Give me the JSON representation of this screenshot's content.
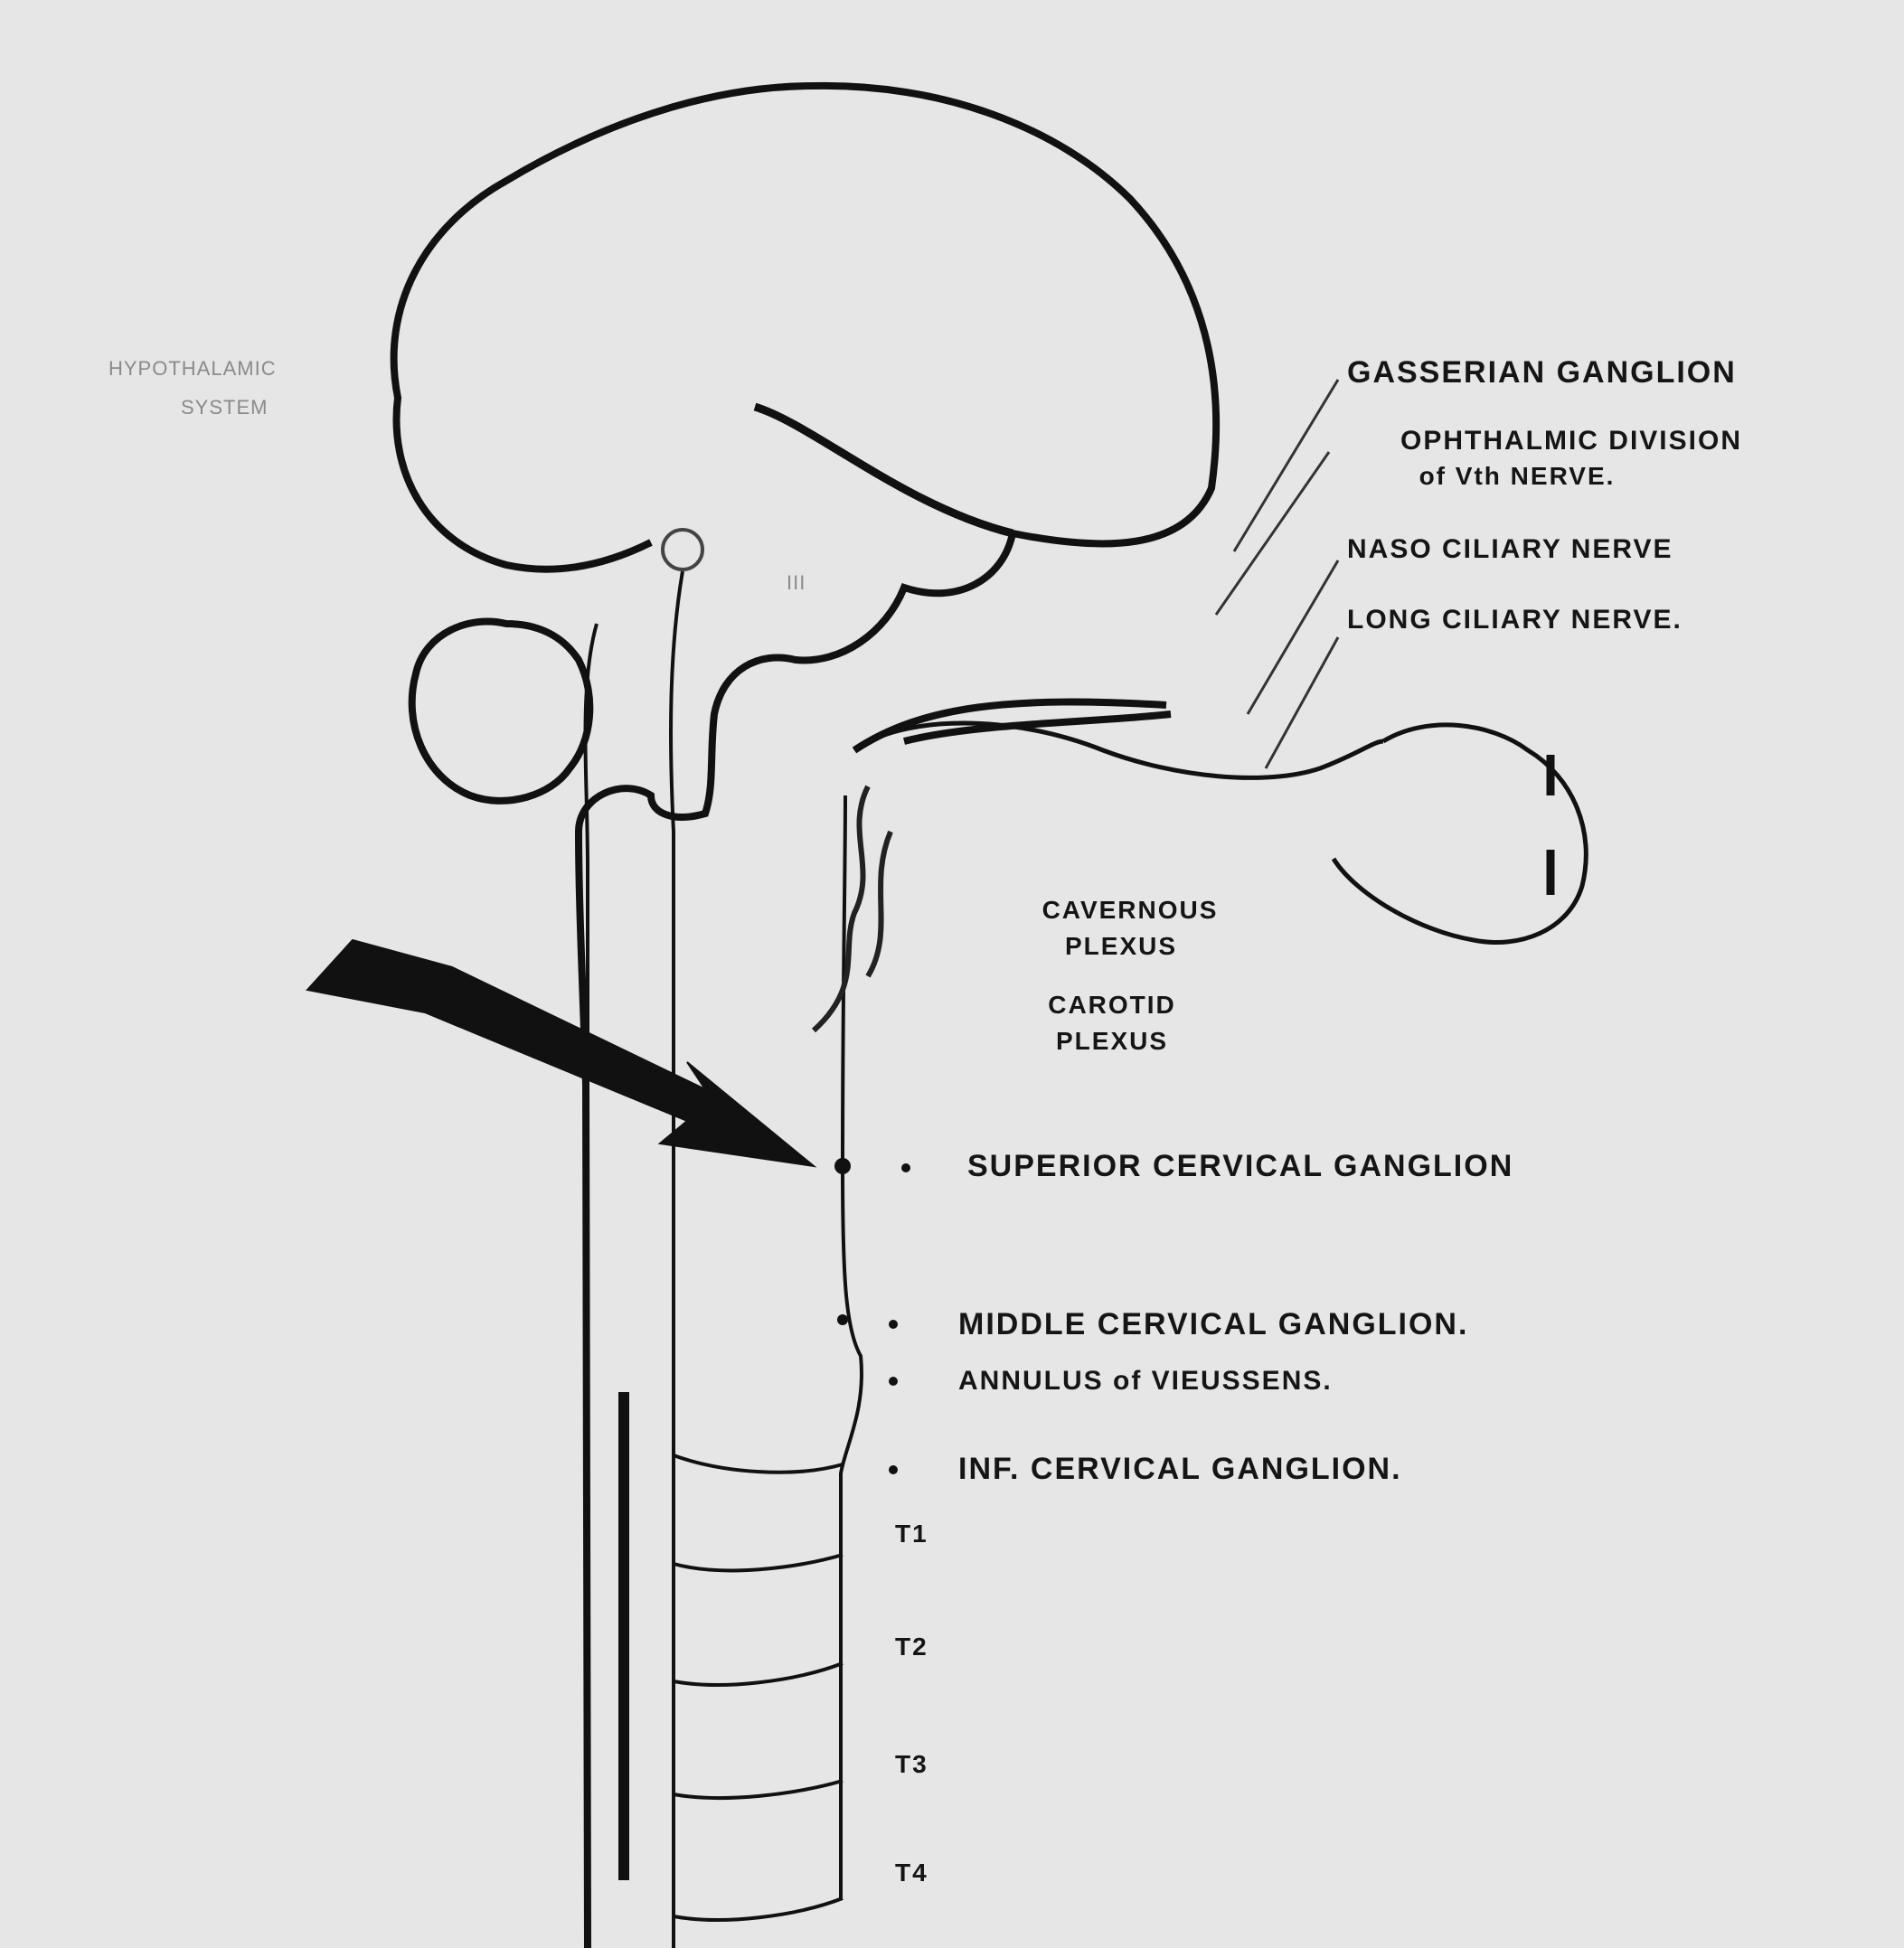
{
  "figure": {
    "labels": {
      "gasserian": "GASSERIAN GANGLION",
      "ophthalmic_1": "OPHTHALMIC DIVISION",
      "ophthalmic_2": "of Vth NERVE.",
      "nasociliary": "NASO CILIARY NERVE",
      "long_ciliary": "LONG CILIARY NERVE.",
      "cavernous_1": "CAVERNOUS",
      "cavernous_2": "PLEXUS",
      "carotid_1": "CAROTID",
      "carotid_2": "PLEXUS",
      "superior": "SUPERIOR CERVICAL GANGLION",
      "middle": "MIDDLE CERVICAL GANGLION.",
      "annulus": "ANNULUS of VIEUSSENS.",
      "inferior": "INF. CERVICAL GANGLION.",
      "t1": "T1",
      "t2": "T2",
      "t3": "T3",
      "t4": "T4",
      "thalamus_1": "HYPOTHALAMIC",
      "thalamus_2": "SYSTEM",
      "iii": "III"
    }
  }
}
